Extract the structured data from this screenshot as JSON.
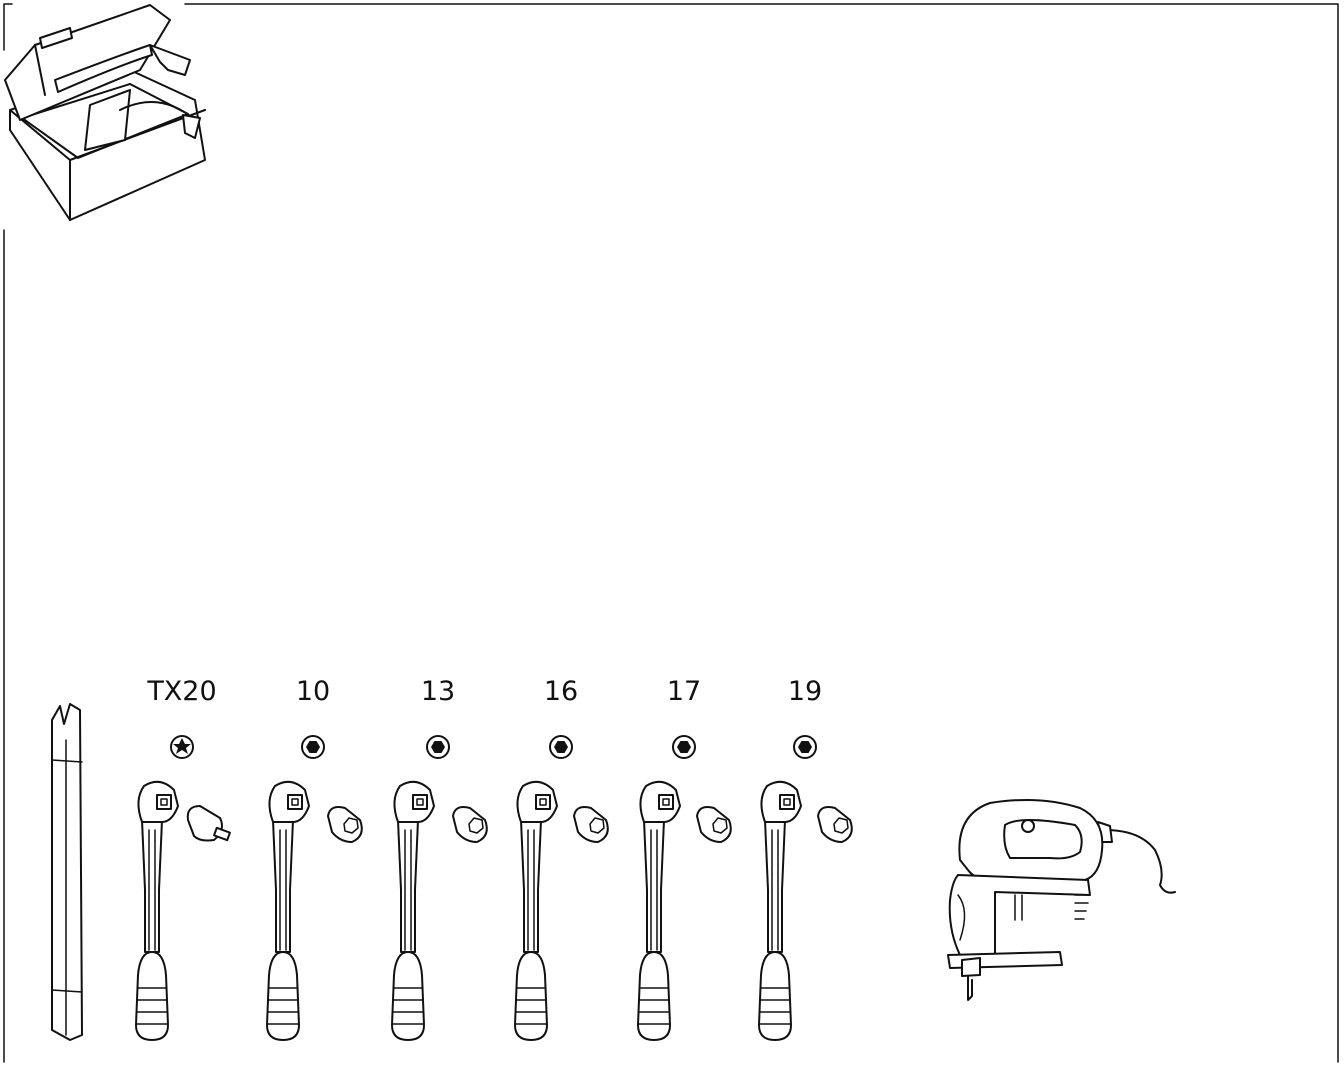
{
  "tools": {
    "bits": [
      {
        "size": "TX20",
        "type": "torx"
      },
      {
        "size": "10",
        "type": "hex"
      },
      {
        "size": "13",
        "type": "hex"
      },
      {
        "size": "16",
        "type": "hex"
      },
      {
        "size": "17",
        "type": "hex"
      },
      {
        "size": "19",
        "type": "hex"
      }
    ]
  },
  "icons": {
    "header": "toolbox-icon",
    "pry": "pry-bar-icon",
    "saw": "jigsaw-icon"
  }
}
